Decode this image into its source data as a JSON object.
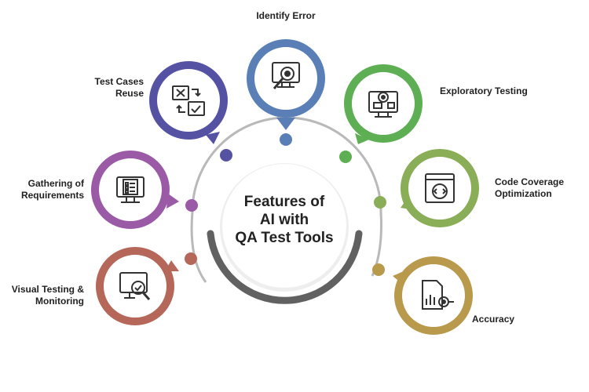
{
  "center": {
    "line1": "Features of",
    "line2": "AI with",
    "line3": "QA Test Tools"
  },
  "features": [
    {
      "line1": "Identify Error",
      "line2": "",
      "color": "#5a7fb6",
      "icon": "bug-monitor-search-icon"
    },
    {
      "line1": "Exploratory Testing",
      "line2": "",
      "color": "#5eae54",
      "icon": "gear-monitor-icon"
    },
    {
      "line1": "Code Coverage",
      "line2": "Optimization",
      "color": "#8aae58",
      "icon": "code-gear-window-icon"
    },
    {
      "line1": "Accuracy",
      "line2": "",
      "color": "#b99a4c",
      "icon": "document-chart-target-icon"
    },
    {
      "line1": "Visual Testing &",
      "line2": "Monitoring",
      "color": "#b5675a",
      "icon": "monitor-magnifier-check-icon"
    },
    {
      "line1": "Gathering of",
      "line2": "Requirements",
      "color": "#9b5aa6",
      "icon": "checklist-monitor-icon"
    },
    {
      "line1": "Test Cases",
      "line2": "Reuse",
      "color": "#5652a3",
      "icon": "test-cases-cycle-icon"
    }
  ],
  "colors": {
    "ring_gray": "#b9b9b9",
    "arc_dark": "#616161",
    "icon_stroke": "#333333"
  }
}
